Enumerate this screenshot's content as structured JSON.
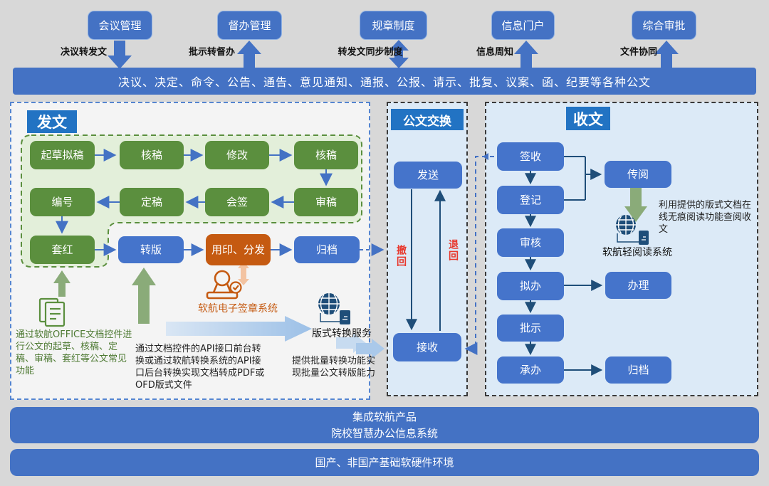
{
  "top_modules": [
    {
      "label": "会议管理",
      "flow_label": "决议转发文",
      "arrow": "down"
    },
    {
      "label": "督办管理",
      "flow_label": "批示转督办",
      "arrow": "up"
    },
    {
      "label": "规章制度",
      "flow_label": "转发文同步制度",
      "arrow": "both"
    },
    {
      "label": "信息门户",
      "flow_label": "信息周知",
      "arrow": "up"
    },
    {
      "label": "综合审批",
      "flow_label": "文件协同",
      "arrow": "up"
    }
  ],
  "document_types_banner": "决议、决定、命令、公告、通告、意见通知、通报、公报、请示、批复、议案、函、纪要等各种公文",
  "fawen_panel": {
    "title": "发文",
    "nodes": {
      "qicao": "起草拟稿",
      "hegao1": "核稿",
      "xiugai": "修改",
      "hegao2": "核稿",
      "bianhao": "编号",
      "dinggao": "定稿",
      "huiqian": "会签",
      "shengao": "审稿",
      "taohong": "套红",
      "zhuanban": "转版",
      "yongyin": "用印、分发",
      "guidang": "归档"
    },
    "annotations": {
      "office_control": "通过软航OFFICE文档控件进行公文的起草、核稿、定稿、审稿、套红等公文常见功能",
      "api_convert": "通过文档控件的API接口前台转换或通过软航转换系统的API接口后台转换实现文档转成PDF或OFD版式文件",
      "stamp_system": "软航电子签章系统",
      "format_service": "版式转换服务",
      "batch_convert": "提供批量转换功能实现批量公文转版能力"
    }
  },
  "exchange_panel": {
    "title": "公文交换",
    "send": "发送",
    "receive": "接收",
    "recall": "撤回",
    "return_back": "退回"
  },
  "shouwen_panel": {
    "title": "收文",
    "nodes": {
      "qianshou": "签收",
      "dengji": "登记",
      "shenhe": "审核",
      "niban": "拟办",
      "pishi": "批示",
      "chengban": "承办",
      "chuanyue": "传阅",
      "banli": "办理",
      "guidang": "归档"
    },
    "annotations": {
      "reader_note": "利用提供的版式文档在线无痕阅读功能查阅收文",
      "reader_system": "软航轻阅读系统"
    }
  },
  "bottom_banners": {
    "integration_line1": "集成软航产品",
    "integration_line2": "院校智慧办公信息系统",
    "environment": "国产、非国产基础软硬件环境"
  },
  "icons": {
    "document_icon_color": "#5b8f3e",
    "stamp_icon_color": "#c55a11",
    "globe_icon_color": "#1f4e79"
  },
  "colors": {
    "page_bg": "#d8d8d8",
    "primary_blue": "#4472c4",
    "title_blue": "#2273c3",
    "node_green": "#5b8f3e",
    "node_orange": "#c55a11",
    "panel_light_blue": "#dceaf7",
    "fawen_bg": "#f4f4f4",
    "green_container_fill": "#e3efda",
    "arrow_navy": "#1f4e79",
    "recall_red": "#e8372c",
    "sage_arrow_green": "#8aab79",
    "peach_arrow": "#f3c3a1"
  }
}
